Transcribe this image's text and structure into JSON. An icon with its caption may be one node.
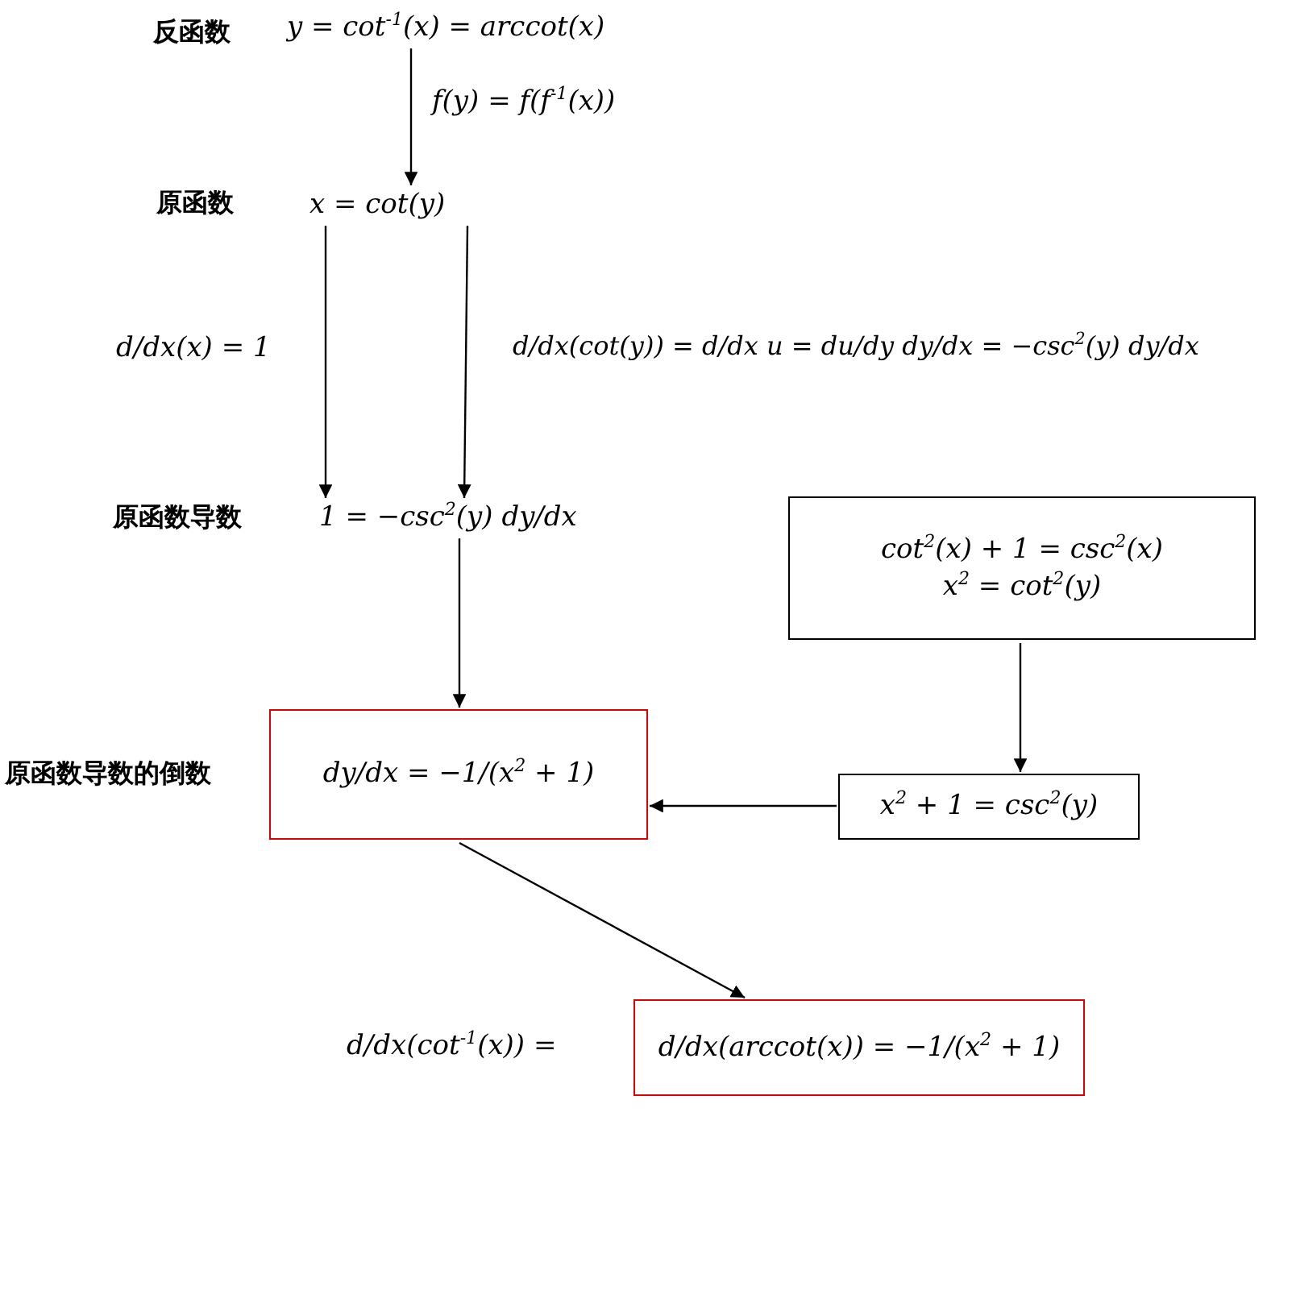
{
  "diagram": {
    "nodes": [
      {
        "text": [
          "y = cot$^{-1}$(x) = arccot(x)"
        ],
        "beside": [
          "反函数"
        ]
      },
      {
        "text": [
          "x = cot(y)"
        ],
        "beside": [
          "原函数"
        ]
      },
      {
        "text": [
          "1 = −csc$^{2}$(y) dy/dx"
        ],
        "beside": [
          "原函数导数"
        ]
      },
      {
        "text": [
          "cot$^{2}$(x) + 1 = csc$^{2}$(x)",
          "x$^{2}$ = cot$^{2}$(y)"
        ]
      },
      {
        "text": [
          "dy/dx = −1/(x$^{2}$ + 1)"
        ],
        "beside": [
          "原函数导数的倒数"
        ]
      },
      {
        "text": [
          "x$^{2}$ + 1 = csc$^{2}$(y)"
        ]
      },
      {
        "text": [
          "d/dx(arccot(x)) = −1/(x$^{2}$ + 1)"
        ],
        "beside": [
          "d/dx(cot$^{-1}$(x)) ="
        ]
      }
    ],
    "edges": [
      {
        "from": 0,
        "to": 1,
        "arrow": "to",
        "label": "f(y) = f(f$^{-1}$(x))"
      },
      {
        "from": 1,
        "to": 2,
        "arrow": "to",
        "label": "d/dx(x) = 1"
      },
      {
        "from": 1,
        "to": 2,
        "arrow": "to",
        "label": "d/dx(cot(y)) = d/dx u = du/dy dy/dx = −csc$^{2}$(y) dy/dx"
      },
      {
        "from": 2,
        "to": 4,
        "arrow": "to"
      },
      {
        "from": 3,
        "to": 5,
        "arrow": "to"
      },
      {
        "from": 5,
        "to": 4,
        "arrow": "to"
      },
      {
        "from": 4,
        "to": 6,
        "arrow": "to"
      }
    ]
  }
}
